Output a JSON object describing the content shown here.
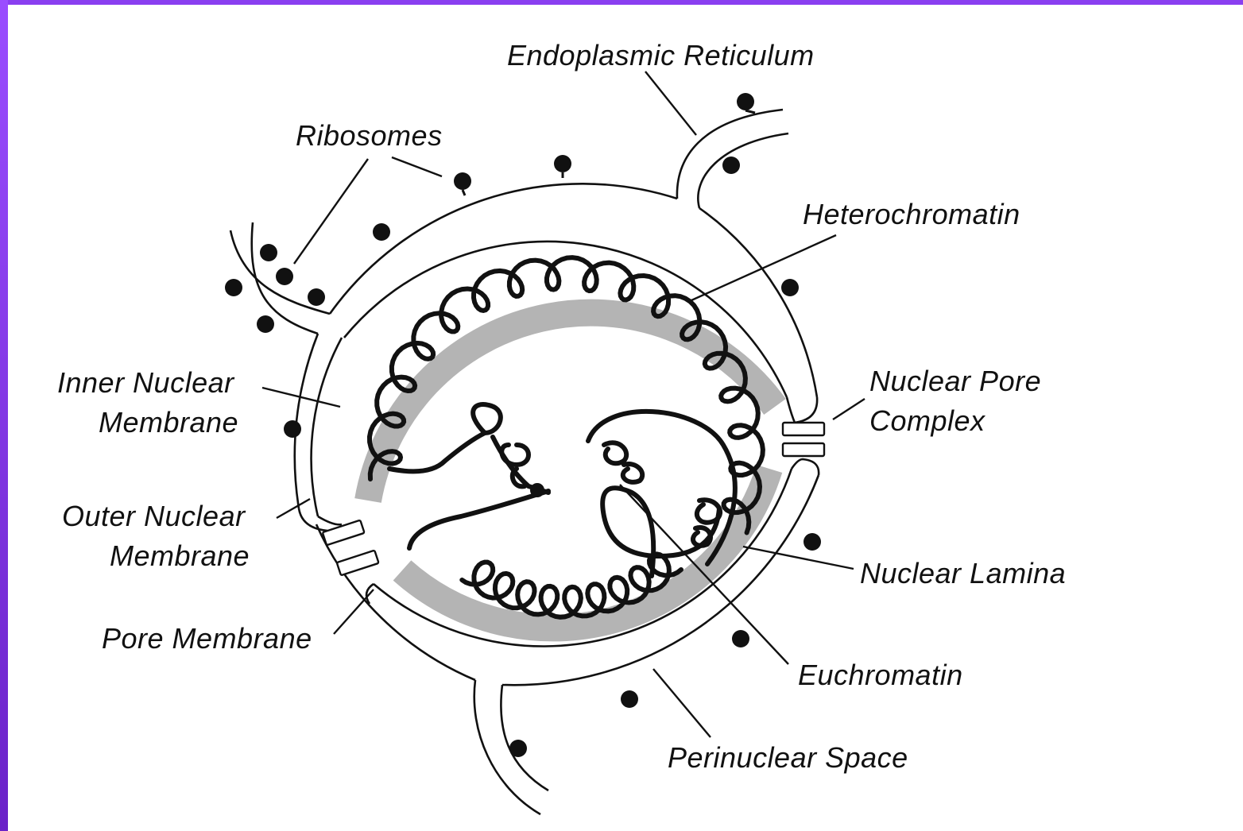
{
  "labels": {
    "endoplasmic_reticulum": "Endoplasmic Reticulum",
    "ribosomes": "Ribosomes",
    "heterochromatin": "Heterochromatin",
    "inner_nuclear_membrane_1": "Inner Nuclear",
    "inner_nuclear_membrane_2": "Membrane",
    "nuclear_pore_complex_1": "Nuclear Pore",
    "nuclear_pore_complex_2": "Complex",
    "outer_nuclear_membrane_1": "Outer Nuclear",
    "outer_nuclear_membrane_2": "Membrane",
    "nuclear_lamina": "Nuclear Lamina",
    "pore_membrane": "Pore Membrane",
    "euchromatin": "Euchromatin",
    "perinuclear_space": "Perinuclear Space"
  },
  "colors": {
    "background_border": "#8a3ff0",
    "ink": "#111111",
    "lamina": "#b4b4b4",
    "paper": "#ffffff"
  }
}
